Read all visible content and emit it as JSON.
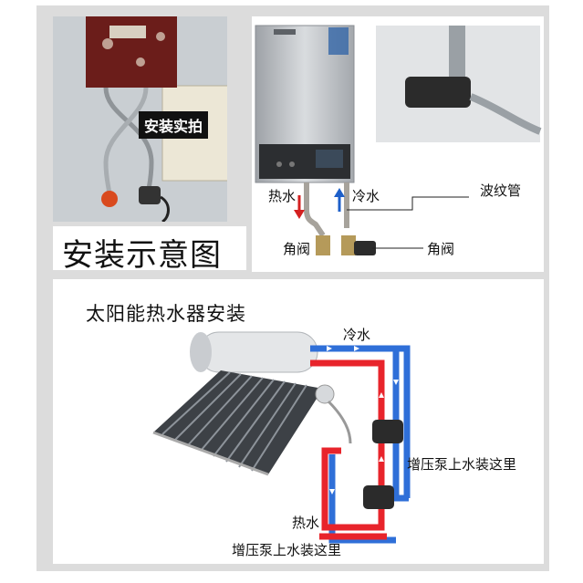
{
  "top_left": {
    "photo_label": "安装实拍",
    "title": "安装示意图"
  },
  "heater": {
    "hot_label": "热水",
    "cold_label": "冷水",
    "bellows_label": "波纹管",
    "valve_left_label": "角阀",
    "valve_right_label": "角阀"
  },
  "solar": {
    "title": "太阳能热水器安装",
    "cold_label": "冷水",
    "hot_label": "热水",
    "pump_right_label": "增压泵上水装这里",
    "pump_bottom_label": "增压泵上水装这里"
  },
  "colors": {
    "hot_pipe": "#e8242b",
    "cold_pipe": "#2f6fd8",
    "hot_arrow": "#d42020",
    "cold_arrow": "#1d5fc9",
    "heater_body": "#b9bcc0",
    "heater_wall": "#6b1d1a"
  }
}
